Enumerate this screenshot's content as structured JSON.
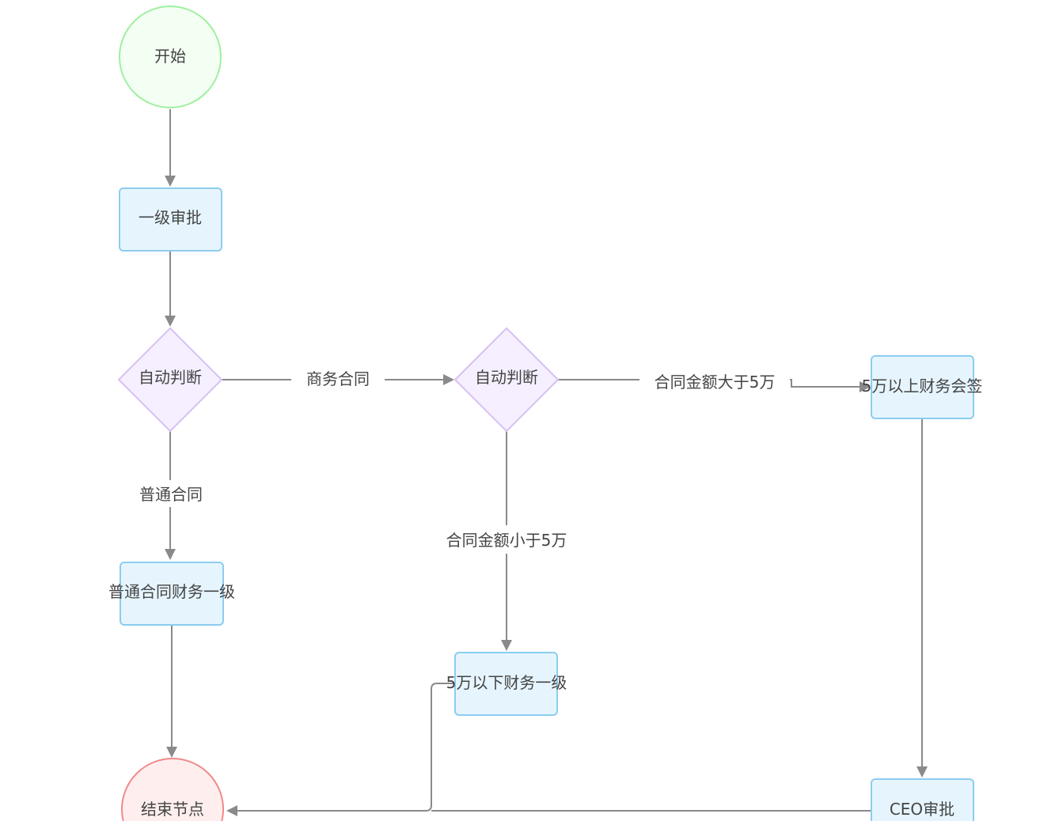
{
  "flowchart": {
    "nodes": {
      "start": "开始",
      "approval_level1": "一级审批",
      "decision1": "自动判断",
      "decision2": "自动判断",
      "finance_above": "5万以上财务会签",
      "normal_finance": "普通合同财务一级",
      "finance_below": "5万以下财务一级",
      "end": "结束节点",
      "ceo_approval": "CEO审批"
    },
    "edge_labels": {
      "business_contract": "商务合同",
      "amount_gt": "合同金额大于5万",
      "normal_contract": "普通合同",
      "amount_lt": "合同金额小于5万"
    }
  },
  "colors": {
    "start_stroke": "#9ef09e",
    "end_stroke": "#f08a8a",
    "task_fill": "#e6f5fd",
    "task_stroke": "#8ccdf0",
    "gateway_fill": "#f5efff",
    "gateway_stroke": "#d7c0f2",
    "edge": "#8a8a8a"
  }
}
